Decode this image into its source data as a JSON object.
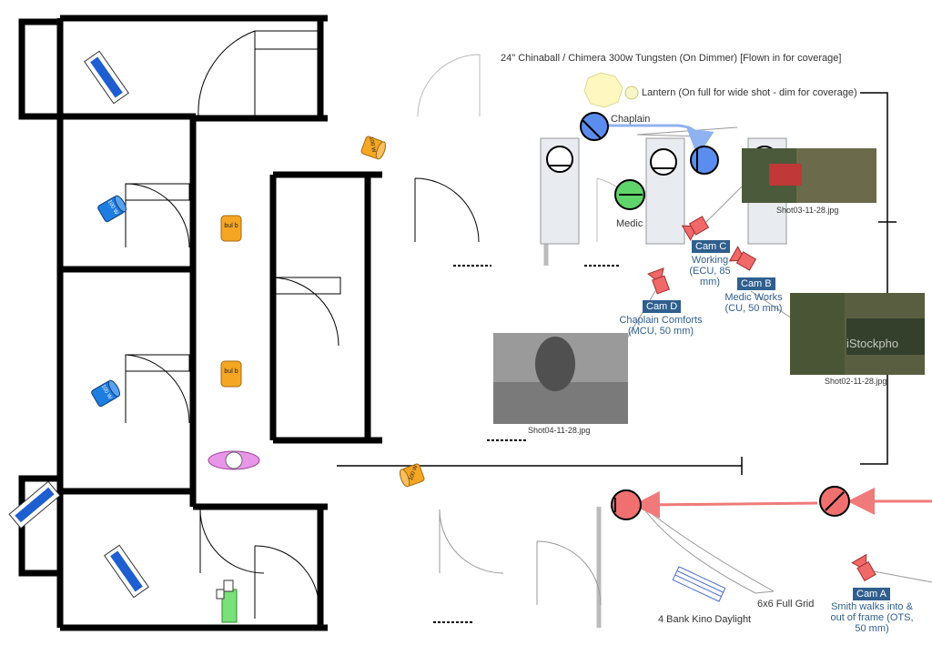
{
  "lights": {
    "chinaball_label": "24\" Chinaball / Chimera 300w Tungsten (On Dimmer) [Flown in for coverage]",
    "lantern_label": "Lantern (On full for wide shot - dim for coverage)",
    "grid_label": "6x6 Full Grid",
    "kino_label": "4 Bank Kino Daylight",
    "can_100w": "100 W",
    "can_bulb": "bul b"
  },
  "actors": {
    "chaplain": "Chaplain",
    "medic": "Medic"
  },
  "cameras": [
    {
      "tag": "Cam A",
      "desc": "Smith walks into & out of frame (OTS, 50 mm)"
    },
    {
      "tag": "Cam B",
      "desc": "Medic Works (CU, 50 mm)"
    },
    {
      "tag": "Cam C",
      "desc": "Working (ECU, 85 mm)"
    },
    {
      "tag": "Cam D",
      "desc": "Chaplain Comforts (MCU, 50 mm)"
    }
  ],
  "photos": {
    "shot02": "Shot02-11-28.jpg",
    "shot03": "Shot03-11-28.jpg",
    "shot04": "Shot04-11-28.jpg",
    "watermark": "iStockpho"
  },
  "colors": {
    "wall": "#000000",
    "actor_red": "#f07070",
    "actor_blue": "#5b8def",
    "actor_green": "#5fd46a",
    "camera_red": "#f06868",
    "light_yellow": "#f5a623",
    "light_blue": "#1e7de0",
    "cam_tag": "#2f5f8f",
    "arrow_red": "#f07a7a",
    "arrow_blue": "#8fb2f0"
  }
}
